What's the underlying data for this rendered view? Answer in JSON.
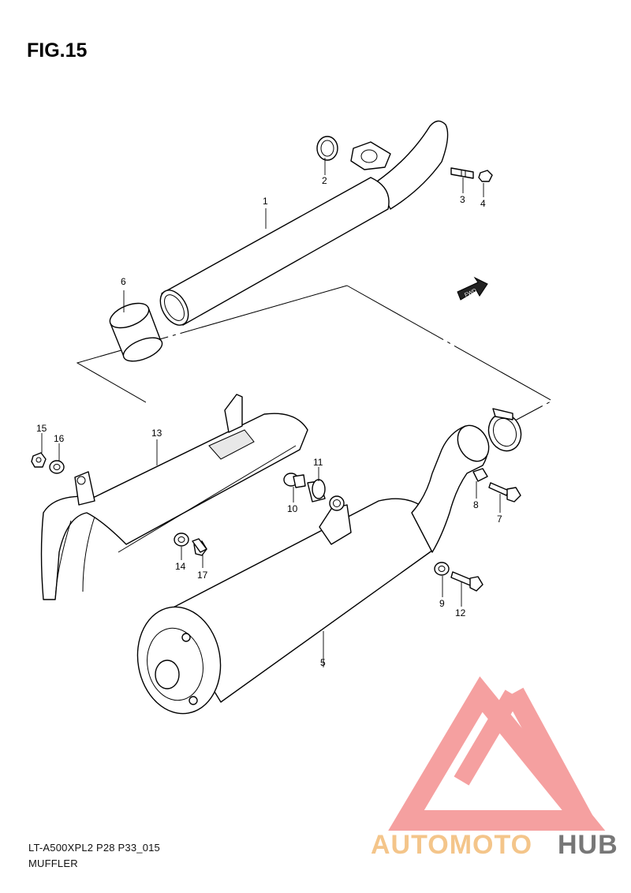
{
  "figure": {
    "title": "FIG.15"
  },
  "caption": {
    "model": "LT-A500XPL2 P28 P33_015",
    "name": "MUFFLER"
  },
  "fwd_label": "FWD",
  "watermark": {
    "text_part1": "AUTOMOTO",
    "text_part2": "HUB",
    "color_main": "#f5a0a0",
    "color_accent": "#f4c58a",
    "color_dark": "#777777"
  },
  "callouts": {
    "c1": "1",
    "c2": "2",
    "c3": "3",
    "c4": "4",
    "c5": "5",
    "c6": "6",
    "c7": "7",
    "c8": "8",
    "c9": "9",
    "c10": "10",
    "c11": "11",
    "c12": "12",
    "c13": "13",
    "c14": "14",
    "c15": "15",
    "c16": "16",
    "c17": "17"
  }
}
